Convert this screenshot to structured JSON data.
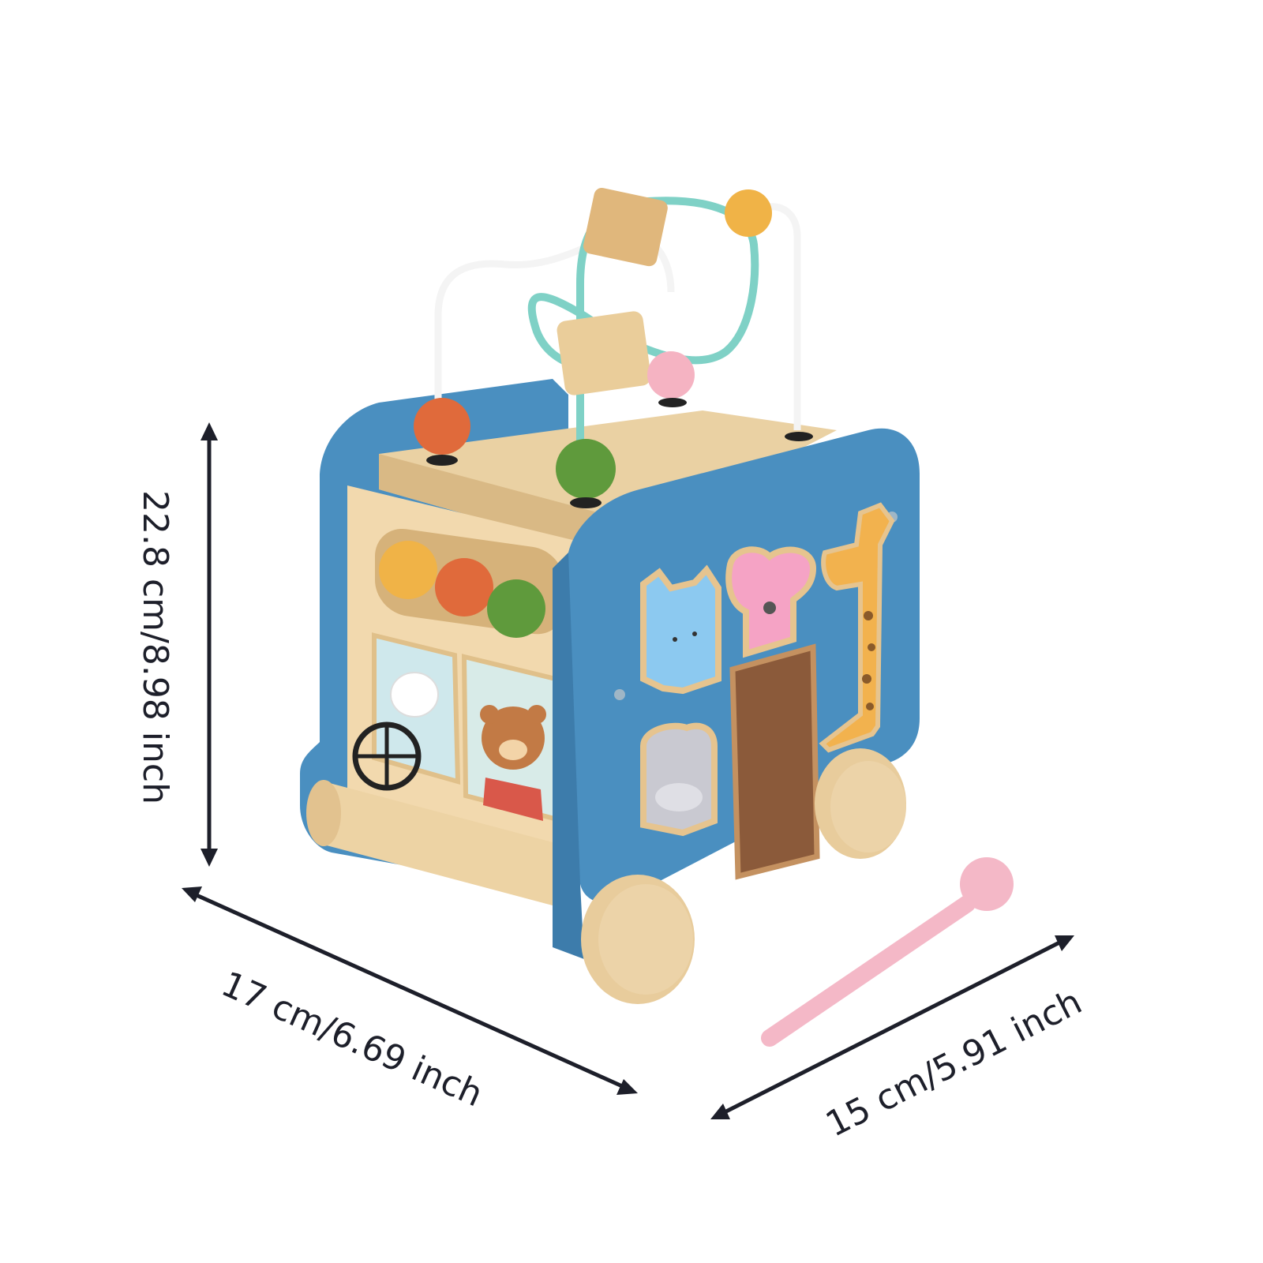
{
  "dimensions": {
    "height_label": "22.8 cm/8.98 inch",
    "length_label": "17 cm/6.69 inch",
    "width_label": "15 cm/5.91 inch"
  },
  "colors": {
    "cart_blue": "#4a8fc0",
    "wood_light": "#f2d9ae",
    "wood_mid": "#e6c48f",
    "annotation_ink": "#1d1f2a",
    "bead_orange": "#e06a3b",
    "bead_yellow": "#f0b347",
    "bead_green": "#5f9a3c",
    "bead_pink": "#f5b3c2",
    "wire_teal": "#7fd1c6",
    "mallet_pink": "#f4b8c7",
    "door_brown": "#8b5a3a"
  },
  "product": {
    "name_icon": "wooden-activity-cube-walker",
    "animal_icons": [
      "cat-icon",
      "koala-icon",
      "giraffe-icon",
      "hippo-icon",
      "bird-icon",
      "bear-icon"
    ]
  }
}
